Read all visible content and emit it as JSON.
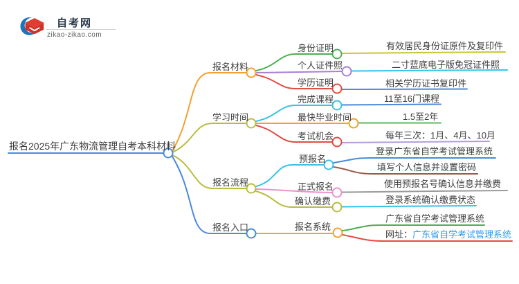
{
  "logo": {
    "title": "自考网",
    "domain": "zikao-zikao.com"
  },
  "root": {
    "label": "报名2025年广东物流管理自考本科材料"
  },
  "branches": [
    {
      "label": "报名材料",
      "children": [
        {
          "label": "身份证明",
          "leaves": [
            "有效居民身份证原件及复印件"
          ]
        },
        {
          "label": "个人证件照",
          "leaves": [
            "二寸蓝底电子版免冠证件照"
          ]
        },
        {
          "label": "学历证明",
          "leaves": [
            "相关学历证书复印件"
          ]
        }
      ]
    },
    {
      "label": "学习时间",
      "children": [
        {
          "label": "完成课程",
          "leaves": [
            "11至16门课程"
          ]
        },
        {
          "label": "最快毕业时间",
          "leaves": [
            "1.5至2年"
          ]
        },
        {
          "label": "考试机会",
          "leaves": [
            "每年三次：1月、4月、10月"
          ]
        }
      ]
    },
    {
      "label": "报名流程",
      "children": [
        {
          "label": "预报名",
          "leaves": [
            "登录广东省自学考试管理系统",
            "填写个人信息并设置密码"
          ]
        },
        {
          "label": "正式报名",
          "leaves": [
            "使用预报名号确认信息并缴费"
          ]
        },
        {
          "label": "确认缴费",
          "leaves": [
            "登录系统确认缴费状态"
          ]
        }
      ]
    },
    {
      "label": "报名入口",
      "children": [
        {
          "label": "报名系统",
          "leaves": [
            "广东省自学考试管理系统"
          ],
          "url_prefix": "网址：",
          "url_link": "广东省自学考试管理系统"
        }
      ]
    }
  ],
  "palette": {
    "blue": "#4a89dc",
    "orange": "#f5a02c",
    "olive": "#b8bd3e",
    "green": "#4caf50",
    "red": "#e24c42",
    "purple": "#a87fd6",
    "leaf_purple": "#b39ddb",
    "cyan": "#35c3e8",
    "pink": "#ee8fd0",
    "brown": "#96584a",
    "gray": "#9a9a9a",
    "yellow": "#c9c631",
    "link_blue": "#2b9cf0",
    "logo_blue": "#1e73be",
    "logo_red": "#e03c31"
  }
}
